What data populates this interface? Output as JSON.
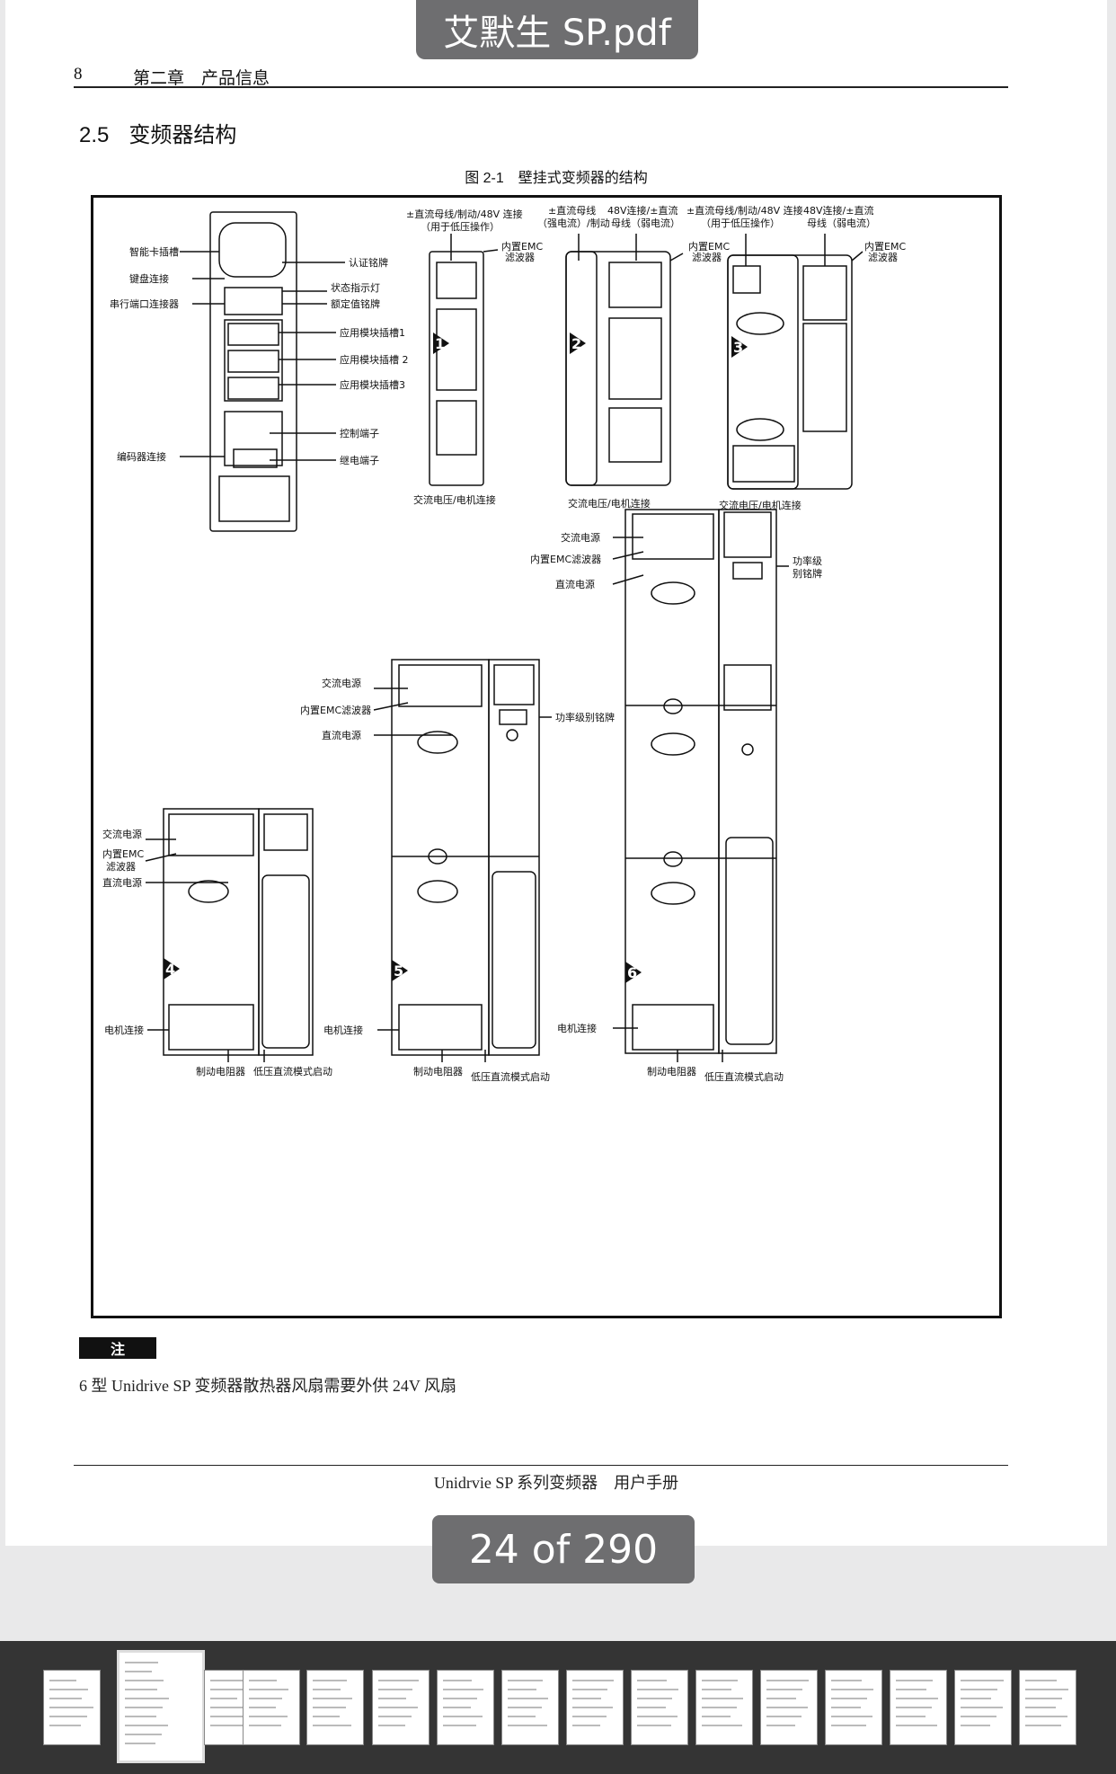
{
  "viewer": {
    "file_title": "艾默生 SP.pdf",
    "page_indicator": "24 of 290",
    "thumbnail_count": 16,
    "selected_thumbnail": 2
  },
  "page": {
    "header_page_no": "8",
    "header_chapter": "第二章　产品信息",
    "section_number": "2.5",
    "section_title": "变频器结构",
    "figure_caption": "图 2-1　壁挂式变频器的结构",
    "note_tag": "注",
    "note_text": "6 型 Unidrive SP  变频器散热器风扇需要外供 24V 风扇",
    "footer": "Unidrvie SP 系列变频器　用户手册"
  },
  "figure": {
    "detail_labels": {
      "smartcard_slot": "智能卡插槽",
      "keypad_connection": "键盘连接",
      "serial_port": "串行端口连接器",
      "encoder_connection": "编码器连接",
      "approval_label": "认证铭牌",
      "status_led": "状态指示灯",
      "rating_label": "额定值铭牌",
      "module_slot_1": "应用模块插槽1",
      "module_slot_2": "应用模块插槽 2",
      "module_slot_3": "应用模块插槽3",
      "control_terminals": "控制端子",
      "relay_terminals": "继电端子"
    },
    "size123_labels": {
      "dc_bus_1a": "±直流母线/制动/48V 连接",
      "dc_bus_1b": "（用于低压操作）",
      "emc_1a": "内置EMC",
      "emc_1b": "滤波器",
      "ac_motor_1": "交流电压/电机连接",
      "dc_bus_2a": "±直流母线",
      "dc_bus_2b": "（强电流）/制动",
      "v48_2a": "48V连接/±直流",
      "v48_2b": "母线（弱电流）",
      "emc_2a": "内置EMC",
      "emc_2b": "滤波器",
      "ac_motor_2": "交流电压/电机连接",
      "dc_bus_3a": "±直流母线/制动/48V 连接",
      "dc_bus_3b": "（用于低压操作）",
      "v48_3a": "48V连接/±直流",
      "v48_3b": "母线（弱电流）",
      "emc_3a": "内置EMC",
      "emc_3b": "滤波器",
      "ac_motor_3": "交流电压/电机连接"
    },
    "size456_labels": {
      "ac_supply": "交流电源",
      "emc_filter": "内置EMC滤波器",
      "emc_4a": "内置EMC",
      "emc_4b": "滤波器",
      "dc_supply": "直流电源",
      "motor_connection": "电机连接",
      "braking_resistor": "制动电阻器",
      "low_voltage_dc": "低压直流模式启动",
      "power_rating_label": "功率级别铭牌",
      "power_rating_6a": "功率级",
      "power_rating_6b": "别铭牌"
    },
    "size_numbers": [
      "1",
      "2",
      "3",
      "4",
      "5",
      "6"
    ]
  }
}
